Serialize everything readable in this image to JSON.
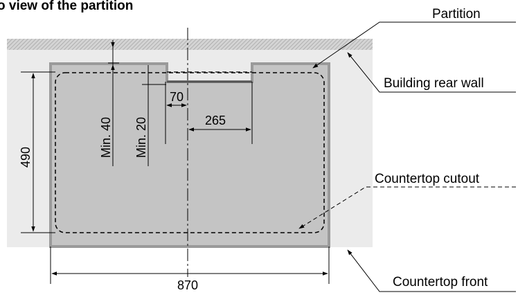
{
  "title": "o view of the partition",
  "labels": {
    "partition": "Partition",
    "rear_wall": "Building rear wall",
    "cutout": "Countertop cutout",
    "front": "Countertop front"
  },
  "dimensions": {
    "min40": "Min. 40",
    "min20": "Min. 20",
    "d70": "70",
    "d265": "265",
    "d490": "490",
    "d870": "870"
  },
  "colors": {
    "wall_band": "#c8c8c8",
    "countertop": "#ebebeb",
    "partition_fill": "#c4c4c4",
    "partition_edge": "#9a9a9a",
    "line": "#000000"
  }
}
